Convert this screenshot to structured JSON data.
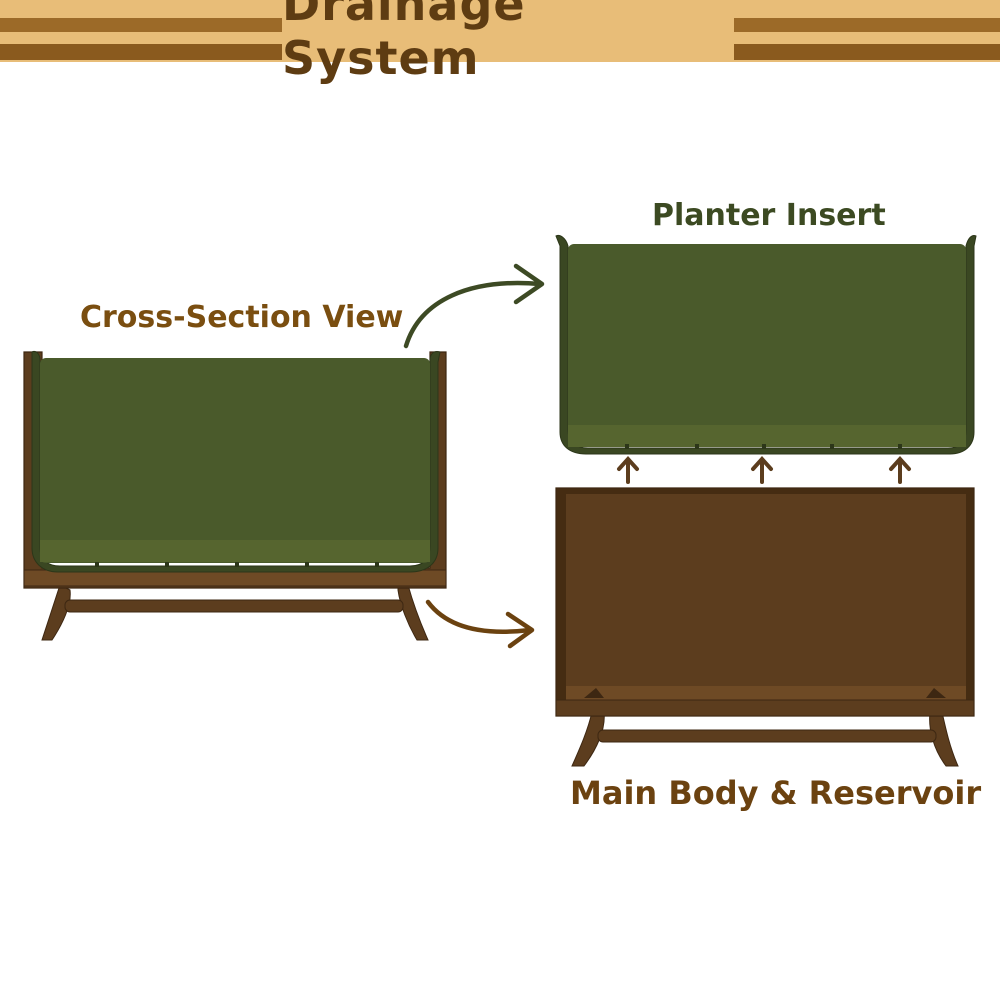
{
  "title": "Drainage System",
  "labels": {
    "cross_section": "Cross-Section View",
    "planter_insert": "Planter Insert",
    "main_body": "Main Body & Reservoir"
  },
  "colors": {
    "green": "#4a5a2b",
    "green_dark": "#3a4722",
    "green_light": "#6b7a44",
    "brown": "#5c3d1e",
    "brown_dark": "#452c12",
    "brown_light": "#7a5430",
    "header_light": "#e8bd78",
    "header_dark": "#8a5a1e",
    "arrow": "#3d4a24",
    "arrow_brown": "#6b4210"
  }
}
